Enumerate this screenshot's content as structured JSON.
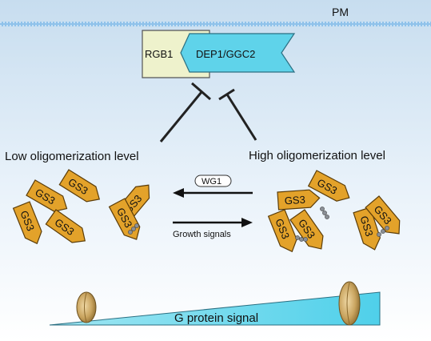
{
  "membrane": {
    "label": "PM"
  },
  "complex": {
    "rgb1": "RGB1",
    "dep1": "DEP1/GGC2"
  },
  "states": {
    "low": "Low oligomerization level",
    "high": "High oligomerization level"
  },
  "transition": {
    "wg1": "WG1",
    "growth": "Growth signals"
  },
  "protein_label": "GS3",
  "gradient": {
    "label": "G protein signal"
  },
  "colors": {
    "background_top": "#c9dff0",
    "membrane": "#8fc2ea",
    "rgb1_fill": "#eef2cc",
    "dep1_fill": "#5fd3ea",
    "gs3_fill": "#e3a22a",
    "wedge_fill": "#5fd3ea",
    "phospho_dot": "#8a8f96"
  }
}
